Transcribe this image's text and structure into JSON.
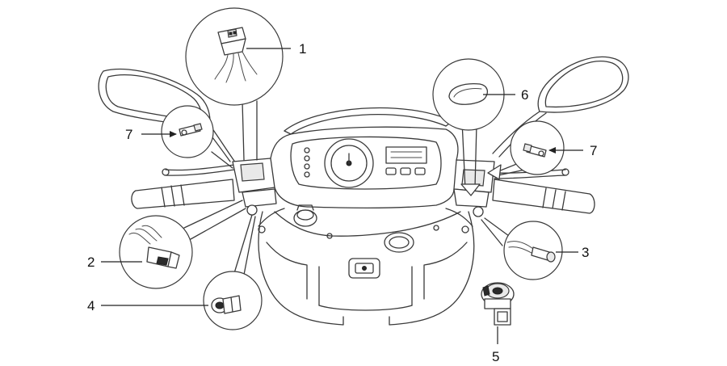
{
  "callouts": [
    {
      "id": "c1",
      "label": "1",
      "part": "left-switch-connector"
    },
    {
      "id": "c2",
      "label": "2",
      "part": "left-lower-switch-connector"
    },
    {
      "id": "c3",
      "label": "3",
      "part": "right-lower-connector"
    },
    {
      "id": "c4",
      "label": "4",
      "part": "socket-connector"
    },
    {
      "id": "c5",
      "label": "5",
      "part": "ignition-switch"
    },
    {
      "id": "c6",
      "label": "6",
      "part": "right-switch-cap"
    },
    {
      "id": "c7a",
      "label": "7",
      "part": "left-bulb"
    },
    {
      "id": "c7b",
      "label": "7",
      "part": "right-bulb"
    }
  ],
  "colors": {
    "line": "#3a3a3a",
    "text": "#111111",
    "background": "#ffffff"
  }
}
